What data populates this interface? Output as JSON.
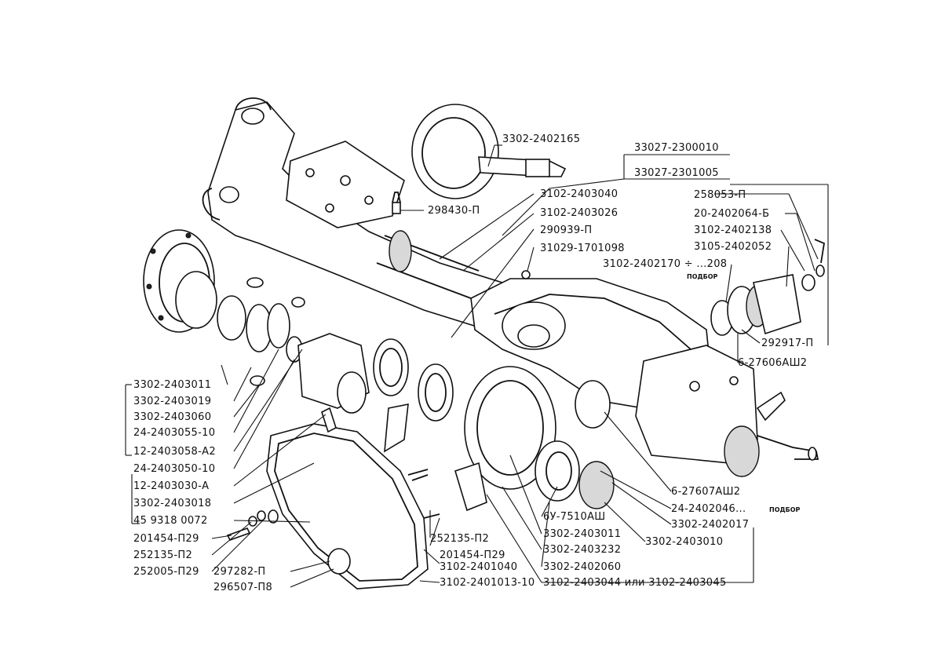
{
  "labels": {
    "ring_gear": "3302-2402165",
    "axle_assembly": "33027-2300010",
    "axle_housing": "33027-2301005",
    "grease_fitting": "298430-П",
    "diff_part_a": "3102-2403040",
    "diff_part_b": "3102-2403026",
    "part_290939": "290939-П",
    "plug": "31029-1701098",
    "shim_selection": "3102-2402170 ÷ ...208",
    "select_note_1": "ПОДБОР",
    "part_258053": "258053-П",
    "washer_20": "20-2402064-Б",
    "part_3102_2402138": "3102-2402138",
    "part_3105_2402052": "3105-2402052",
    "part_292917": "292917-П",
    "bearing_6_27606": "6-27606АШ2",
    "left_1": "3302-2403011",
    "left_2": "3302-2403019",
    "left_3": "3302-2403060",
    "left_4": "24-2403055-10",
    "left_5": "12-2403058-А2",
    "left_6": "24-2403050-10",
    "left_7": "12-2403030-А",
    "left_8": "3302-2403018",
    "left_9": "45 9318 0072",
    "left_10": "201454-П29",
    "left_11": "252135-П2",
    "left_12": "252005-П29",
    "left_13": "297282-П",
    "left_14": "296507-П8",
    "bot_1": "252135-П2",
    "bot_2": "201454-П29",
    "bot_3": "3102-2401040",
    "bot_4": "3102-2401013-10",
    "bot_5": "3102-2403044 или 3102-2403045",
    "mid_1": "6У-7510АШ",
    "mid_2": "3302-2403011",
    "mid_3": "3302-2403232",
    "mid_4": "3302-2402060",
    "right_1": "6-27607АШ2",
    "right_2": "24-2402046...",
    "select_note_2": "ПОДБОР",
    "right_3": "3302-2402017",
    "right_4": "3302-2403010"
  }
}
